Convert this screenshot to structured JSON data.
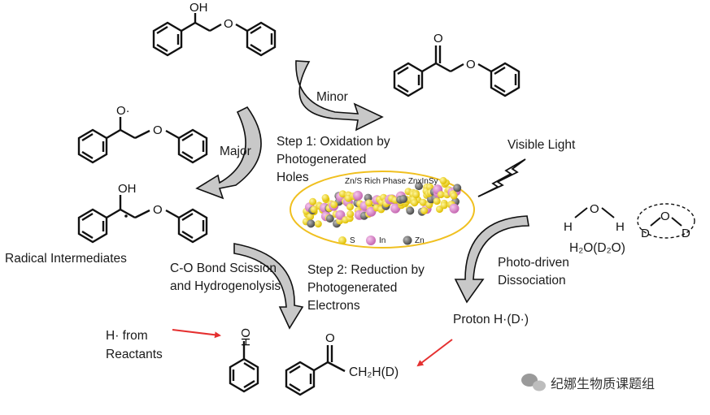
{
  "labels": {
    "minor": "Minor",
    "major": "Major",
    "step1": [
      "Step 1: Oxidation by",
      "Photogenerated",
      "Holes"
    ],
    "visible_light": "Visible Light",
    "radical_intermediates": "Radical Intermediates",
    "co_bond": [
      "C-O Bond Scission",
      "and Hydrogenolysis"
    ],
    "step2": [
      "Step 2: Reduction by",
      "Photogenerated",
      "Electrons"
    ],
    "photo_driven": [
      "Photo-driven",
      "Dissociation"
    ],
    "proton": "Proton H·(D·)",
    "h_from_reactants": [
      "H· from",
      "Reactants"
    ],
    "water_formula": "H₂O(D₂O)",
    "ch2hd": "CH₂H(D)",
    "catalyst_title": "Zn/S Rich Phase ZnxInSy",
    "catalyst_legend": [
      "S",
      "In",
      "Zn"
    ],
    "watermark": "纪娜生物质课题组"
  },
  "atoms": {
    "oh": "OH",
    "o": "O",
    "o_radical": "O·",
    "h": "H",
    "d": "D"
  },
  "colors": {
    "arrow_fill": "#c8c8c8",
    "red_arrow": "#e53030",
    "sulfur": "#f2d312",
    "indium": "#d986c8",
    "zinc": "#6e6e6e",
    "ellipse_border": "#f0c020"
  }
}
